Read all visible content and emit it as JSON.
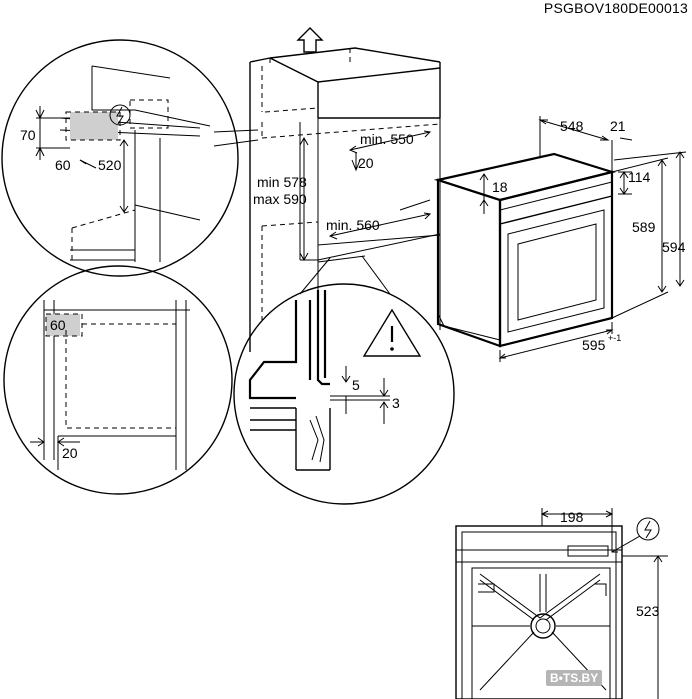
{
  "document": {
    "code": "PSGBOV180DE00013"
  },
  "labels": {
    "detail_top_left": {
      "d70": "70",
      "d60": "60",
      "d520": "520"
    },
    "detail_mid_left": {
      "d60": "60",
      "d20": "20"
    },
    "cabinet": {
      "min550": "min. 550",
      "d20": "20",
      "min_578": "min 578",
      "max_590": "max 590",
      "min560": "min. 560"
    },
    "oven": {
      "d548": "548",
      "d21": "21",
      "d18": "18",
      "d114": "114",
      "d589": "589",
      "d594": "594",
      "d595": "595",
      "d595_tol": "+-1"
    },
    "detail_bottom": {
      "d5": "5",
      "d3": "3"
    },
    "plan_view": {
      "d198": "198",
      "d523": "523"
    }
  },
  "icons": [
    "arrow-up-icon",
    "electric-hazard-icon",
    "warning-triangle-icon"
  ],
  "watermark": "B•TS.BY"
}
